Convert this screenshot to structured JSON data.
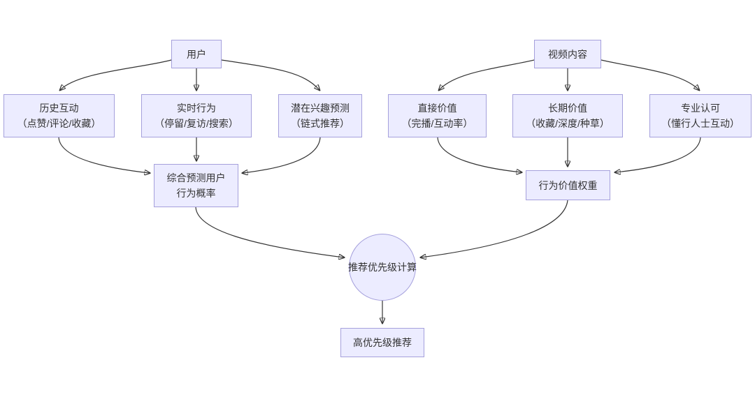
{
  "diagram": {
    "type": "flowchart",
    "colors": {
      "background": "#FFFFFF",
      "node_fill": "#ECECFF",
      "node_border": "#A5A0DC",
      "edge": "#333333",
      "text": "#333333"
    },
    "nodes": {
      "user": {
        "label": "用户"
      },
      "video": {
        "label": "视频内容"
      },
      "history": {
        "title": "历史互动",
        "subtitle": "（点赞/评论/收藏）"
      },
      "realtime": {
        "title": "实时行为",
        "subtitle": "（停留/复访/搜索）"
      },
      "potential": {
        "title": "潜在兴趣预测",
        "subtitle": "（链式推荐）"
      },
      "direct": {
        "title": "直接价值",
        "subtitle": "（完播/互动率）"
      },
      "longterm": {
        "title": "长期价值",
        "subtitle": "（收藏/深度/种草）"
      },
      "professional": {
        "title": "专业认可",
        "subtitle": "（懂行人士互动）"
      },
      "combined": {
        "title": "综合预测用户",
        "subtitle": "行为概率"
      },
      "weight": {
        "label": "行为价值权重"
      },
      "priority": {
        "label": "推荐优先级计算"
      },
      "high_priority": {
        "label": "高优先级推荐"
      }
    },
    "edges": [
      {
        "from": "user",
        "to": "history"
      },
      {
        "from": "user",
        "to": "realtime"
      },
      {
        "from": "user",
        "to": "potential"
      },
      {
        "from": "history",
        "to": "combined"
      },
      {
        "from": "realtime",
        "to": "combined"
      },
      {
        "from": "potential",
        "to": "combined"
      },
      {
        "from": "video",
        "to": "direct"
      },
      {
        "from": "video",
        "to": "longterm"
      },
      {
        "from": "video",
        "to": "professional"
      },
      {
        "from": "direct",
        "to": "weight"
      },
      {
        "from": "longterm",
        "to": "weight"
      },
      {
        "from": "professional",
        "to": "weight"
      },
      {
        "from": "combined",
        "to": "priority"
      },
      {
        "from": "weight",
        "to": "priority"
      },
      {
        "from": "priority",
        "to": "high_priority"
      }
    ]
  }
}
